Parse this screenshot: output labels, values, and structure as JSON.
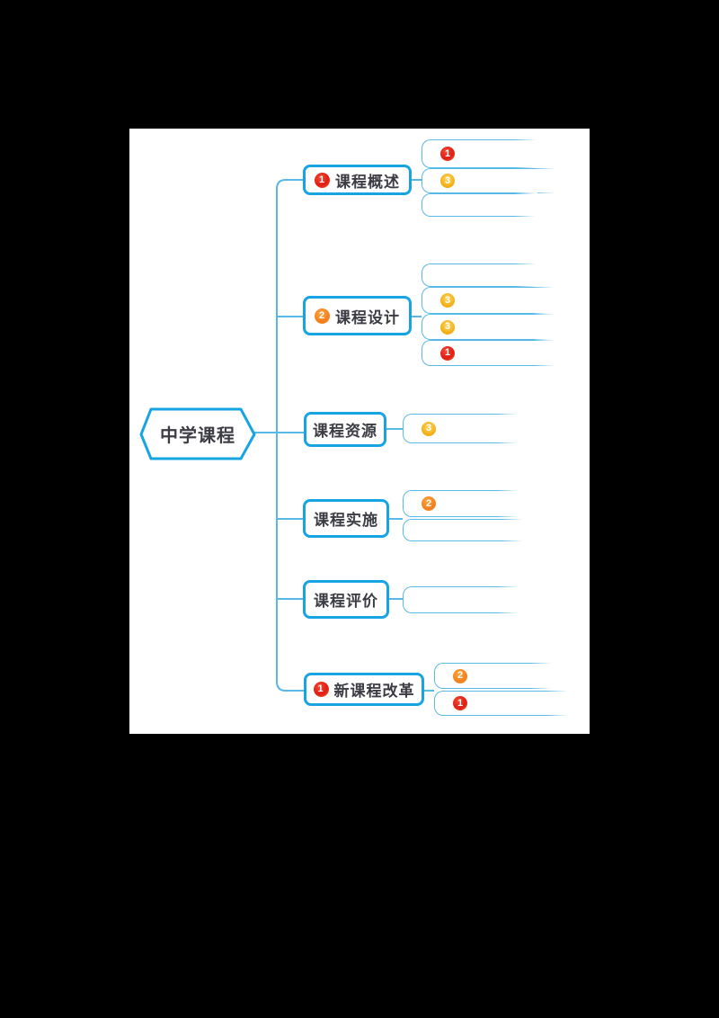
{
  "root": {
    "label": "中学课程"
  },
  "branches": [
    {
      "label": "课程概述",
      "badge": {
        "text": "1",
        "color": "red"
      },
      "children": [
        {
          "badge": {
            "text": "1",
            "color": "red"
          }
        },
        {
          "badge": {
            "text": "3",
            "color": "yellow"
          }
        },
        {}
      ]
    },
    {
      "label": "课程设计",
      "badge": {
        "text": "2",
        "color": "orange"
      },
      "children": [
        {},
        {
          "badge": {
            "text": "3",
            "color": "yellow"
          }
        },
        {
          "badge": {
            "text": "3",
            "color": "yellow"
          }
        },
        {
          "badge": {
            "text": "1",
            "color": "red"
          }
        }
      ]
    },
    {
      "label": "课程资源",
      "children": [
        {
          "badge": {
            "text": "3",
            "color": "yellow"
          }
        }
      ]
    },
    {
      "label": "课程实施",
      "children": [
        {
          "badge": {
            "text": "2",
            "color": "orange"
          }
        },
        {}
      ]
    },
    {
      "label": "课程评价",
      "children": [
        {}
      ]
    },
    {
      "label": "新课程改革",
      "badge": {
        "text": "1",
        "color": "red"
      },
      "children": [
        {
          "badge": {
            "text": "2",
            "color": "orange"
          }
        },
        {
          "badge": {
            "text": "1",
            "color": "red"
          }
        }
      ]
    }
  ],
  "colors": {
    "background": "#000000",
    "panel": "#ffffff",
    "line": "#58b9e6",
    "node_border": "#17a4e3",
    "text": "#3c3c45",
    "badge_red": "#e11c16",
    "badge_orange": "#f57e1d",
    "badge_yellow": "#f3ab0e"
  }
}
